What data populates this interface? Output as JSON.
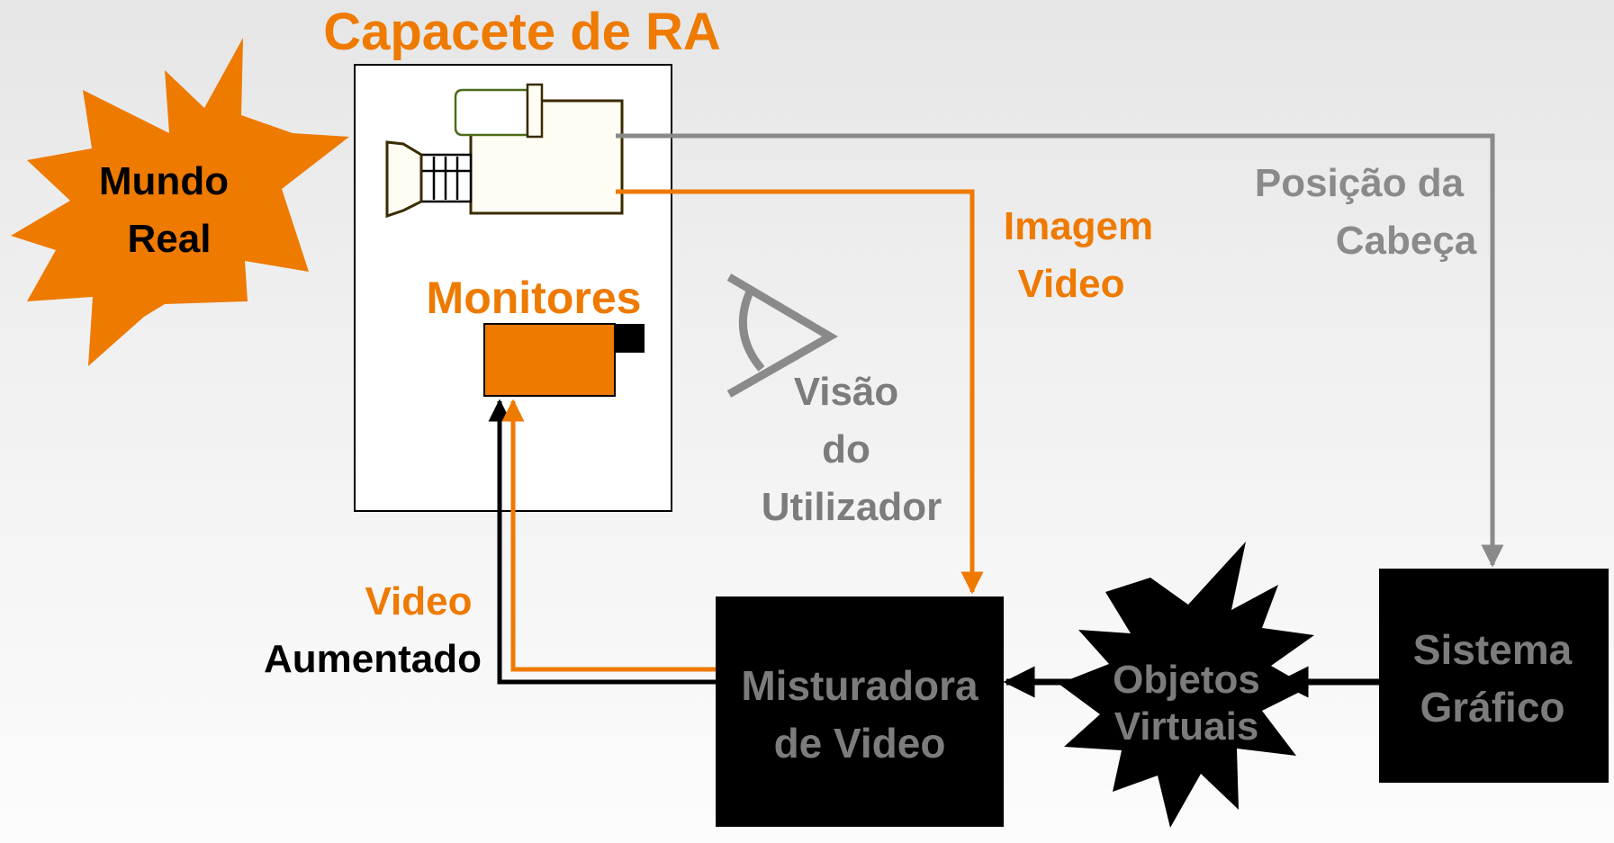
{
  "title": "Capacete de RA",
  "real_world": {
    "line1": "Mundo",
    "line2": "Real"
  },
  "monitors_label": "Monitores",
  "video_image": {
    "line1": "Imagem",
    "line2": "Video"
  },
  "head_position": {
    "line1": "Posição da",
    "line2": "Cabeça"
  },
  "user_view": {
    "line1": "Visão",
    "line2": "do",
    "line3": "Utilizador"
  },
  "augmented_video": {
    "line1": "Video",
    "line2": "Aumentado"
  },
  "video_mixer": {
    "line1": "Misturadora",
    "line2": "de Video"
  },
  "virtual_objects": {
    "line1": "Objetos",
    "line2": "Virtuais"
  },
  "graphics_system": {
    "line1": "Sistema",
    "line2": "Gráfico"
  },
  "colors": {
    "accent_orange": "#ee7a00",
    "gray": "#8a8a8a",
    "black": "#000000",
    "label_gray": "#7c7c7c"
  }
}
